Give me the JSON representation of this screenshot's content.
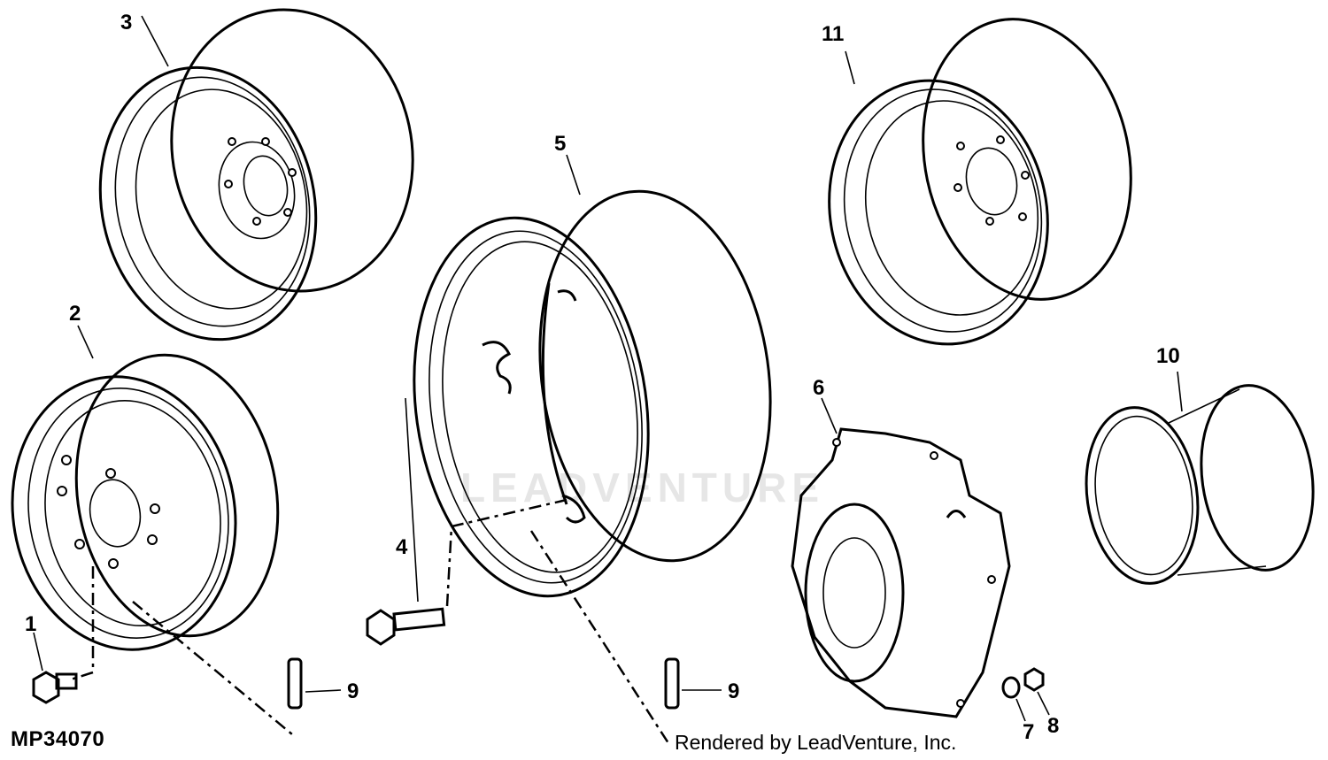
{
  "figure_id": "MP34070",
  "credit": "Rendered by LeadVenture, Inc.",
  "watermark": "LEADVENTURE",
  "callouts": [
    {
      "id": "c1",
      "label": "1"
    },
    {
      "id": "c2",
      "label": "2"
    },
    {
      "id": "c3",
      "label": "3"
    },
    {
      "id": "c4",
      "label": "4"
    },
    {
      "id": "c5",
      "label": "5"
    },
    {
      "id": "c6",
      "label": "6"
    },
    {
      "id": "c7",
      "label": "7"
    },
    {
      "id": "c8",
      "label": "8"
    },
    {
      "id": "c9a",
      "label": "9"
    },
    {
      "id": "c9b",
      "label": "9"
    },
    {
      "id": "c10",
      "label": "10"
    },
    {
      "id": "c11",
      "label": "11"
    }
  ]
}
